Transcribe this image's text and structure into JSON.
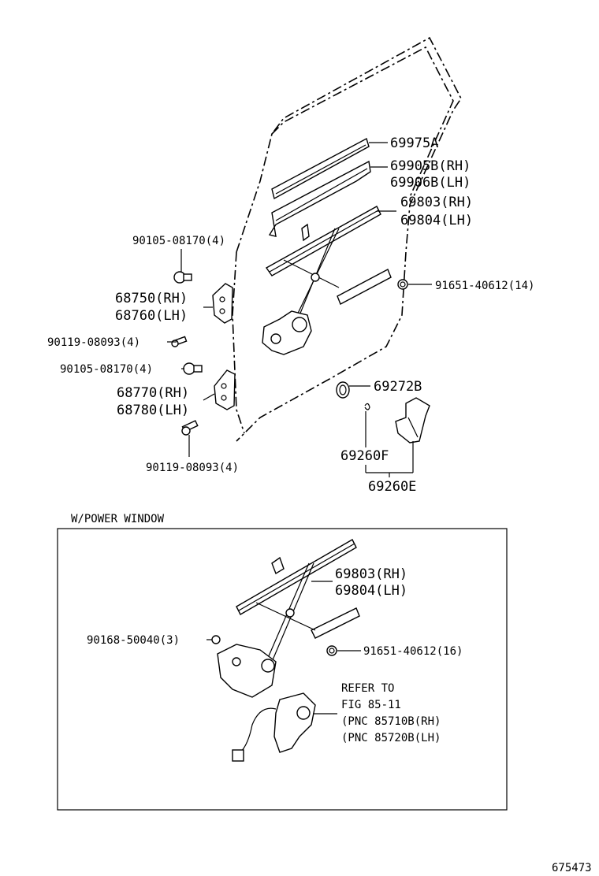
{
  "labels": {
    "p69975a": "69975A",
    "p69905b": "69905B(RH)",
    "p69906b": "69906B(LH)",
    "p69803_top": "69803(RH)",
    "p69804_top": "69804(LH)",
    "p90105_a": "90105-08170(4)",
    "p91651_a": "91651-40612(14)",
    "p68750": "68750(RH)",
    "p68760": "68760(LH)",
    "p90119_a": "90119-08093(4)",
    "p90105_b": "90105-08170(4)",
    "p69272b": "69272B",
    "p68770": "68770(RH)",
    "p68780": "68780(LH)",
    "p69260f": "69260F",
    "p69260e": "69260E",
    "p90119_b": "90119-08093(4)",
    "power_window_title": "W/POWER WINDOW",
    "p69803_pw": "69803(RH)",
    "p69804_pw": "69804(LH)",
    "p90168": "90168-50040(3)",
    "p91651_b": "91651-40612(16)",
    "refer_1": "REFER TO",
    "refer_2": "FIG 85-11",
    "refer_3": "(PNC 85710B(RH)",
    "refer_4": "(PNC 85720B(LH)",
    "figure_id": "675473"
  }
}
